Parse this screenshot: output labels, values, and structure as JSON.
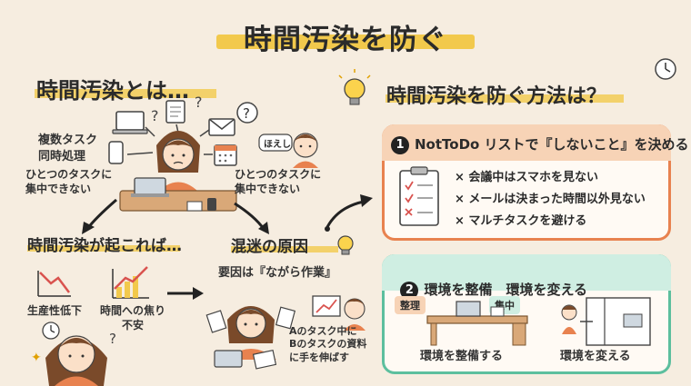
{
  "title": "時間汚染を防ぐ",
  "left": {
    "heading": "時間汚染とは…",
    "multi_task": "複数タスク\n同時処理",
    "cannot_focus_left": "ひとつのタスクに\n集中できない",
    "cannot_focus_right": "ひとつのタスクに\n集中できない",
    "speech": "ほえし",
    "consequence_heading": "時間汚染が起これば…",
    "productivity_down": "生産性低下",
    "time_anxiety": "時間への焦り\n不安",
    "cause_heading": "混迷の原因",
    "cause_text": "要因は『ながら作業』",
    "cause_example": "Aのタスク中に\nBのタスクの資料\nに手を伸ばす"
  },
  "right": {
    "heading": "時間汚染を防ぐ方法は？",
    "method1": {
      "num": "1",
      "title": "NotToDo リストで『しないこと』を決める",
      "items": [
        "× 会議中はスマホを見ない",
        "× メールは決まった時間以外見ない",
        "× マルチタスクを避ける"
      ]
    },
    "method2": {
      "num": "2",
      "title": "環境を整備　環境を変える",
      "badge_organize": "整理",
      "badge_focus": "集中",
      "caption_left": "環境を整備する",
      "caption_right": "環境を変える"
    }
  },
  "colors": {
    "accent_orange": "#e8824f",
    "accent_green": "#5cbf9e",
    "highlight": "#f2c94c",
    "background": "#f6ede0"
  }
}
